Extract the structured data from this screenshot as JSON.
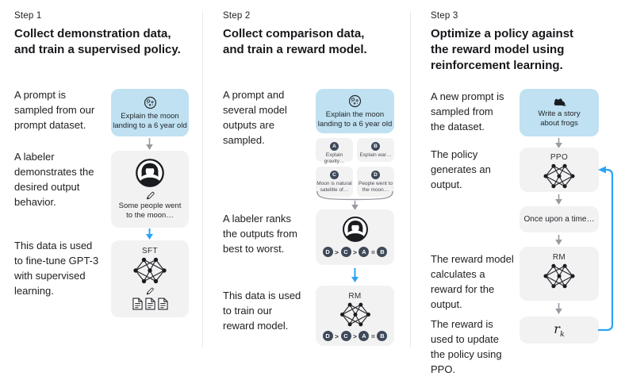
{
  "colors": {
    "prompt_box_bg": "#bfe1f2",
    "model_box_bg": "#f2f2f3",
    "arrow_blue": "#2aa4f4",
    "arrow_gray": "#9a9aa2",
    "rank_badge_bg": "#3e4a59",
    "text": "#202123"
  },
  "step1": {
    "label": "Step 1",
    "title1": "Collect demonstration data,",
    "title2": "and train a supervised policy.",
    "caption_prompt": "A prompt is sampled from our prompt dataset.",
    "caption_labeler": "A labeler demonstrates the desired output behavior.",
    "caption_finetune": "This data is used to fine-tune GPT-3 with supervised learning.",
    "prompt_box": {
      "line1": "Explain the moon",
      "line2": "landing to a 6 year old"
    },
    "labeler_box": {
      "line1": "Some people went",
      "line2": "to the moon…"
    },
    "model_label": "SFT"
  },
  "step2": {
    "label": "Step 2",
    "title1": "Collect comparison data,",
    "title2": "and train a reward model.",
    "caption_prompt": "A prompt and several model outputs are sampled.",
    "caption_rank": "A labeler ranks the outputs from best to worst.",
    "caption_train": "This data is used to train our reward model.",
    "prompt_box": {
      "line1": "Explain the moon",
      "line2": "landing to a 6 year old"
    },
    "outputs": [
      {
        "letter": "A",
        "line1": "Explain gravity…",
        "line2": ""
      },
      {
        "letter": "B",
        "line1": "Explain war…",
        "line2": ""
      },
      {
        "letter": "C",
        "line1": "Moon is natural",
        "line2": "satellite of…"
      },
      {
        "letter": "D",
        "line1": "People went to",
        "line2": "the moon…"
      }
    ],
    "ranking": [
      "D",
      ">",
      "C",
      ">",
      "A",
      "=",
      "B"
    ],
    "model_label": "RM"
  },
  "step3": {
    "label": "Step 3",
    "title1": "Optimize a policy against",
    "title2": "the reward model using",
    "title3": "reinforcement learning.",
    "caption_prompt": "A new prompt is sampled from the dataset.",
    "caption_policy": "The policy generates an output.",
    "caption_reward": "The reward model calculates a reward for the output.",
    "caption_update": "The reward is used to update the policy using PPO.",
    "prompt_box": {
      "line1": "Write a story",
      "line2": "about frogs"
    },
    "policy_label": "PPO",
    "output_box": "Once upon a time…",
    "rm_label": "RM",
    "reward_symbol": {
      "base": "r",
      "sub": "k"
    }
  }
}
